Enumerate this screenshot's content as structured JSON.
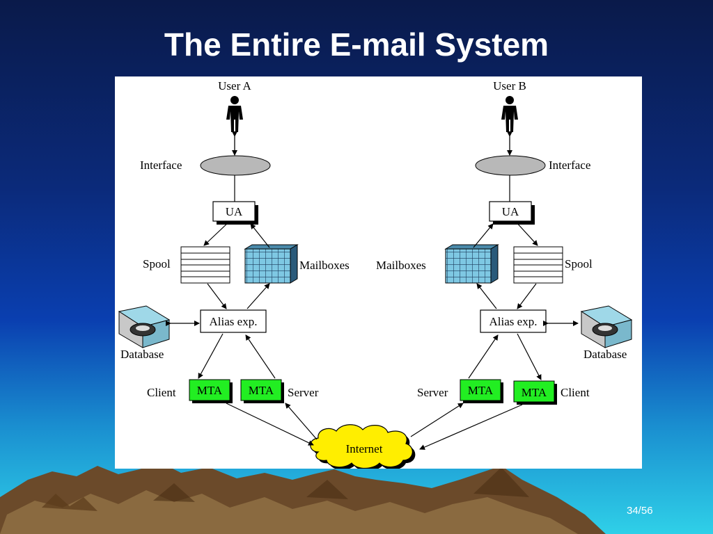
{
  "slide": {
    "title": "The Entire E-mail System",
    "page_number": "34/56"
  },
  "diagram": {
    "left": {
      "user": "User A",
      "interface": "Interface",
      "ua": "UA",
      "spool": "Spool",
      "mailboxes": "Mailboxes",
      "alias": "Alias exp.",
      "database": "Database",
      "client_label": "Client",
      "client_mta": "MTA",
      "server_mta": "MTA",
      "server_label": "Server"
    },
    "right": {
      "user": "User B",
      "interface": "Interface",
      "ua": "UA",
      "spool": "Spool",
      "mailboxes": "Mailboxes",
      "alias": "Alias exp.",
      "database": "Database",
      "server_label": "Server",
      "server_mta": "MTA",
      "client_mta": "MTA",
      "client_label": "Client"
    },
    "internet": "Internet"
  },
  "colors": {
    "mta_fill": "#22ee22",
    "internet_fill": "#ffee00",
    "mailbox_fill": "#7ec8e3",
    "interface_fill": "#b8b8b8",
    "title_color": "#ffffff"
  }
}
